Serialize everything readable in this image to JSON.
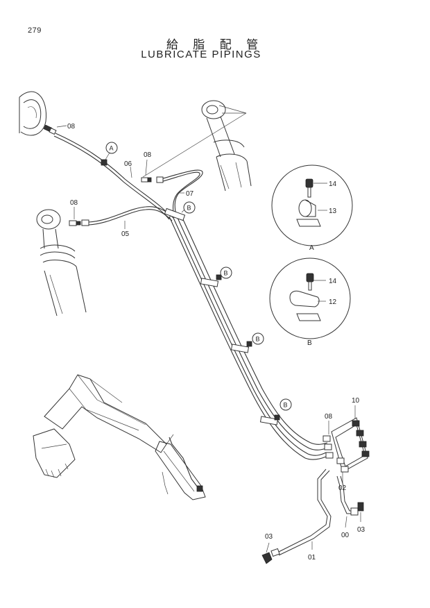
{
  "page_number": "279",
  "title_jp": "給 脂 配 管",
  "title_en": "LUBRICATE PIPINGS",
  "part_labels": {
    "p08_top": "08",
    "p06": "06",
    "p08_mid": "08",
    "p07": "07",
    "p08_left": "08",
    "p05": "05",
    "p14_a": "14",
    "p13": "13",
    "p14_b": "14",
    "p12": "12",
    "p10": "10",
    "p08_block": "08",
    "p02": "02",
    "p00": "00",
    "p03_right": "03",
    "p03_left": "03",
    "p01": "01"
  },
  "callouts": {
    "a1": "A",
    "b1": "B",
    "b2": "B",
    "b3": "B",
    "b4": "B"
  },
  "detail_views": {
    "a_caption": "A",
    "b_caption": "B"
  }
}
